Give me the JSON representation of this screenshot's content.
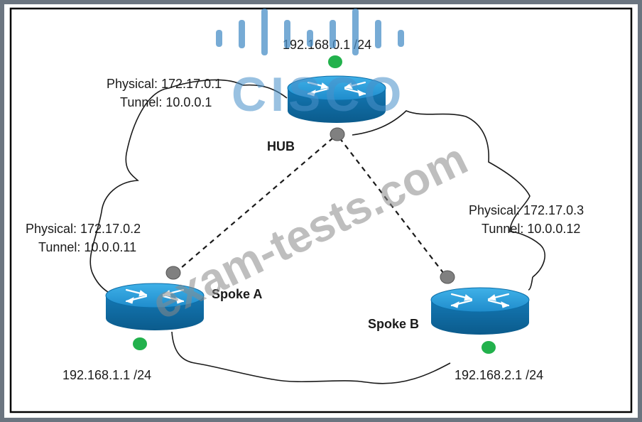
{
  "hub": {
    "name": "HUB",
    "lan": "192.168.0.1 /24",
    "physical": "Physical: 172.17.0.1",
    "tunnel": "Tunnel: 10.0.0.1"
  },
  "spoke_a": {
    "name": "Spoke A",
    "lan": "192.168.1.1 /24",
    "physical": "Physical: 172.17.0.2",
    "tunnel": "Tunnel: 10.0.0.11"
  },
  "spoke_b": {
    "name": "Spoke B",
    "lan": "192.168.2.1 /24",
    "physical": "Physical: 172.17.0.3",
    "tunnel": "Tunnel: 10.0.0.12"
  },
  "watermark": {
    "logo": "CISCO",
    "site": "exam-tests.com"
  },
  "colors": {
    "router_top": "#2a9ad6",
    "router_side": "#0d6ea8",
    "lan_dot": "#22b14c",
    "tunnel_dot": "#808080",
    "frame": "#000000"
  }
}
